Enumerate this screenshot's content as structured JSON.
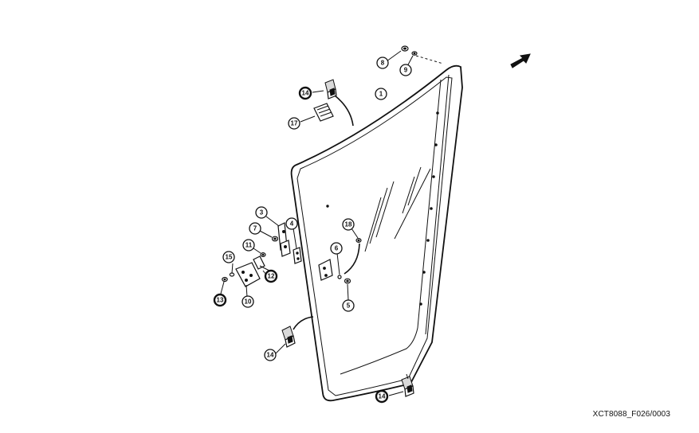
{
  "figure": {
    "reference": "XCT8088_F026/0003"
  },
  "callouts": [
    {
      "id": "c1",
      "label": "1"
    },
    {
      "id": "c3",
      "label": "3"
    },
    {
      "id": "c4",
      "label": "4"
    },
    {
      "id": "c5",
      "label": "5"
    },
    {
      "id": "c6",
      "label": "6"
    },
    {
      "id": "c7",
      "label": "7"
    },
    {
      "id": "c8",
      "label": "8"
    },
    {
      "id": "c9",
      "label": "9"
    },
    {
      "id": "c10",
      "label": "10"
    },
    {
      "id": "c11",
      "label": "11"
    },
    {
      "id": "c12",
      "label": "12"
    },
    {
      "id": "c13",
      "label": "13"
    },
    {
      "id": "c14a",
      "label": "14"
    },
    {
      "id": "c14b",
      "label": "14"
    },
    {
      "id": "c14c",
      "label": "14"
    },
    {
      "id": "c15",
      "label": "15"
    },
    {
      "id": "c17",
      "label": "17"
    },
    {
      "id": "c18",
      "label": "18"
    }
  ],
  "icons": {
    "direction": "arrow-icon"
  }
}
